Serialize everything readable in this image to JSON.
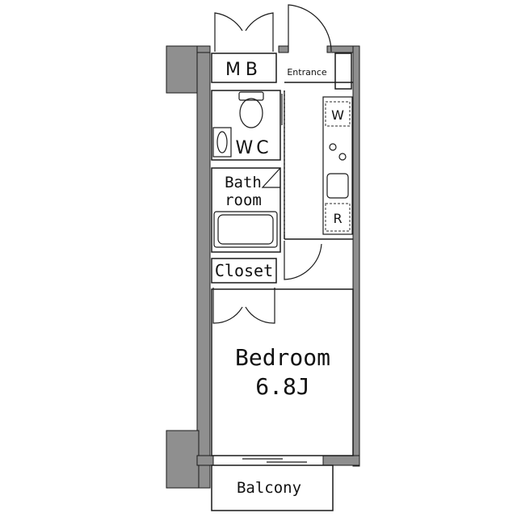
{
  "plan": {
    "labels": {
      "mb": "MB",
      "entrance": "Entrance",
      "wc": "WC",
      "w": "W",
      "r": "R",
      "bath_line1": "Bath",
      "bath_line2": "room",
      "closet": "Closet",
      "bedroom": "Bedroom",
      "bedroom_size": "6.8J",
      "balcony": "Balcony"
    },
    "colors": {
      "wall": "#8f8f8f",
      "line": "#1a1a1a",
      "dash": "#555555",
      "background": "#ffffff"
    }
  }
}
